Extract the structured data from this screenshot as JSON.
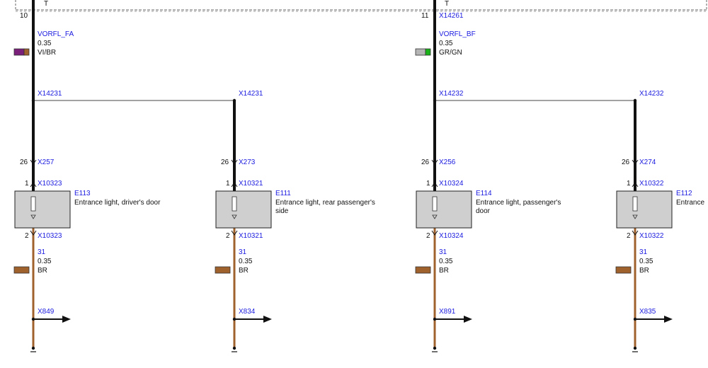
{
  "columns": [
    {
      "top_pin": "10",
      "top_connector": "",
      "wire_top": {
        "name": "VORFL_FA",
        "size": "0.35",
        "color": "VI/BR",
        "swatch": [
          "#7a1f7a",
          "#a0622d"
        ]
      },
      "splice": {
        "left": "X14231",
        "right": "X14231"
      },
      "branches": [
        {
          "pin26": "26",
          "conn26": "X257",
          "pin1": "1",
          "conn1": "X10323",
          "device": {
            "id": "E113",
            "label": "Entrance light, driver's door"
          },
          "pin2": "2",
          "conn2": "X10323",
          "wire_bottom": {
            "name": "31",
            "size": "0.35",
            "color": "BR",
            "swatch": [
              "#a0622d"
            ]
          },
          "ground": "X849"
        },
        {
          "pin26": "26",
          "conn26": "X273",
          "pin1": "1",
          "conn1": "X10321",
          "device": {
            "id": "E111",
            "label": "Entrance light, rear passenger's side"
          },
          "pin2": "2",
          "conn2": "X10321",
          "wire_bottom": {
            "name": "31",
            "size": "0.35",
            "color": "BR",
            "swatch": [
              "#a0622d"
            ]
          },
          "ground": "X834"
        }
      ]
    },
    {
      "top_pin": "11",
      "top_connector": "X14261",
      "wire_top": {
        "name": "VORFL_BF",
        "size": "0.35",
        "color": "GR/GN",
        "swatch": [
          "#b5b5b5",
          "#19b319"
        ]
      },
      "splice": {
        "left": "X14232",
        "right": "X14232"
      },
      "branches": [
        {
          "pin26": "26",
          "conn26": "X256",
          "pin1": "1",
          "conn1": "X10324",
          "device": {
            "id": "E114",
            "label": "Entrance light, passenger's door"
          },
          "pin2": "2",
          "conn2": "X10324",
          "wire_bottom": {
            "name": "31",
            "size": "0.35",
            "color": "BR",
            "swatch": [
              "#a0622d"
            ]
          },
          "ground": "X891"
        },
        {
          "pin26": "26",
          "conn26": "X274",
          "pin1": "1",
          "conn1": "X10322",
          "device": {
            "id": "E112",
            "label": "Entrance"
          },
          "pin2": "2",
          "conn2": "X10322",
          "wire_bottom": {
            "name": "31",
            "size": "0.35",
            "color": "BR",
            "swatch": [
              "#a0622d"
            ]
          },
          "ground": "X835"
        }
      ]
    }
  ],
  "colors": {
    "connector_text": "#1a1ae0",
    "wire_black": "#111111",
    "wire_brown": "#a0622d",
    "box_fill": "#cfcfcf",
    "separator": "#666666"
  }
}
